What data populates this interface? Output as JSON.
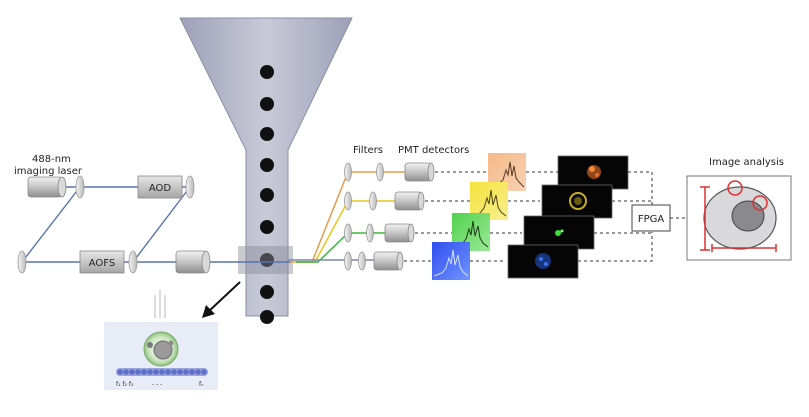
{
  "labels": {
    "laser": [
      "488-nm",
      "imaging laser"
    ],
    "aod": "AOD",
    "aofs": "AOFS",
    "filters": "Filters",
    "pmt": "PMT detectors",
    "fpga": "FPGA",
    "analysis": "Image analysis",
    "freq_first": "f₁ f₂ f₃",
    "freq_dots": "- - -",
    "freq_last": "fₙ"
  },
  "colors": {
    "beam_blue": "#5674b0",
    "channel_orange": "#e89a4a",
    "channel_yellow": "#f0d020",
    "channel_green": "#38b838",
    "channel_blue": "#2a58e8",
    "funnel": "#b5b8cc",
    "cell_dot": "#111111",
    "scale_red": "#e03030"
  },
  "icons": {
    "arrow": "arrow-down-left-icon",
    "emission": "emission-lines-icon"
  }
}
